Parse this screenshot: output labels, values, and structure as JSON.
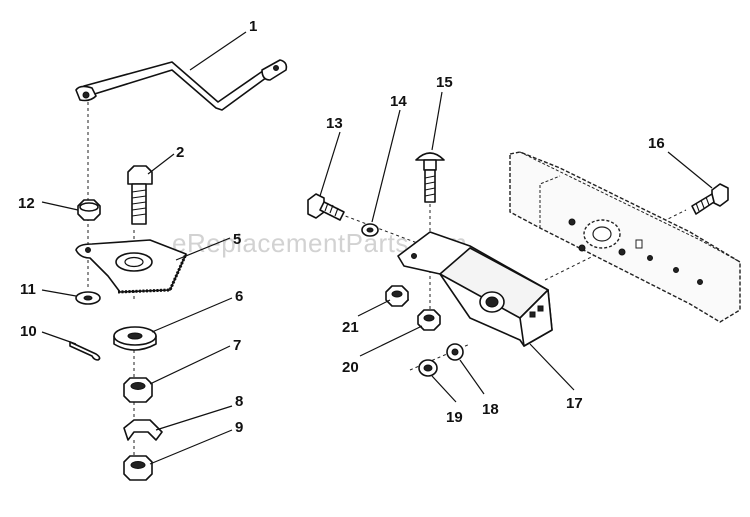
{
  "watermark": "eReplacementParts.com",
  "callouts": {
    "c1": "1",
    "c2": "2",
    "c5": "5",
    "c6": "6",
    "c7": "7",
    "c8": "8",
    "c9": "9",
    "c10": "10",
    "c11": "11",
    "c12": "12",
    "c13": "13",
    "c14": "14",
    "c15": "15",
    "c16": "16",
    "c17": "17",
    "c18": "18",
    "c19": "19",
    "c20": "20",
    "c21": "21"
  }
}
